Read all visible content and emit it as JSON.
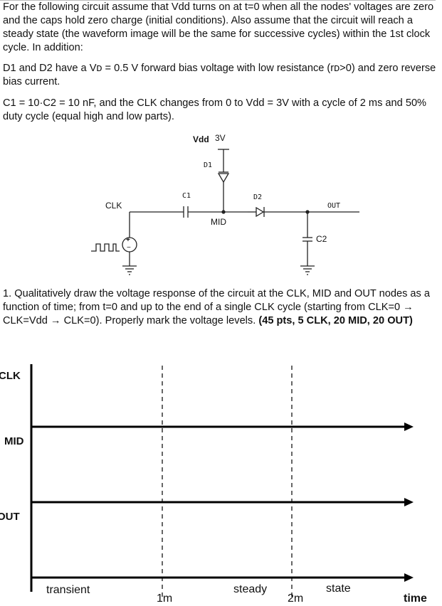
{
  "intro": {
    "p1": "For the following circuit assume that Vdd turns on at t=0 when all the nodes' voltages are zero and the caps hold zero charge (initial conditions). Also assume that the circuit will reach a steady state (the waveform image will be the same for successive cycles) within the 1st clock cycle. In addition:",
    "p2": "D1 and D2 have a Vᴅ = 0.5 V forward bias voltage with low resistance (rᴅ>0) and zero reverse bias current.",
    "p3": "C1 = 10·C2 = 10 nF, and the CLK changes from 0 to Vdd = 3V with a cycle of 2 ms and 50% duty cycle (equal high and low parts)."
  },
  "circuit": {
    "vdd_label": "Vdd",
    "vdd_value": "3V",
    "d1_label": "D1",
    "c1_label": "C1",
    "d2_label": "D2",
    "out_label": "OUT",
    "clk_label": "CLK",
    "mid_label": "MID",
    "c2_label": "C2",
    "source_plus": "+",
    "source_minus": "−"
  },
  "question": {
    "text": "1. Qualitatively draw the voltage response of the circuit at the CLK, MID and OUT nodes as a function of time; from t=0 and up to the end of a single CLK cycle (starting from CLK=0 → CLK=Vdd → CLK=0). Properly mark the voltage levels.",
    "points": "(45 pts, 5 CLK, 20 MID, 20 OUT)"
  },
  "plot": {
    "y_labels": [
      "CLK",
      "MID",
      "OUT"
    ],
    "x_tick_1": "1m",
    "x_tick_2": "2m",
    "region_transient": "transient",
    "region_steady": "steady",
    "region_state": "state",
    "x_axis_label": "time"
  }
}
